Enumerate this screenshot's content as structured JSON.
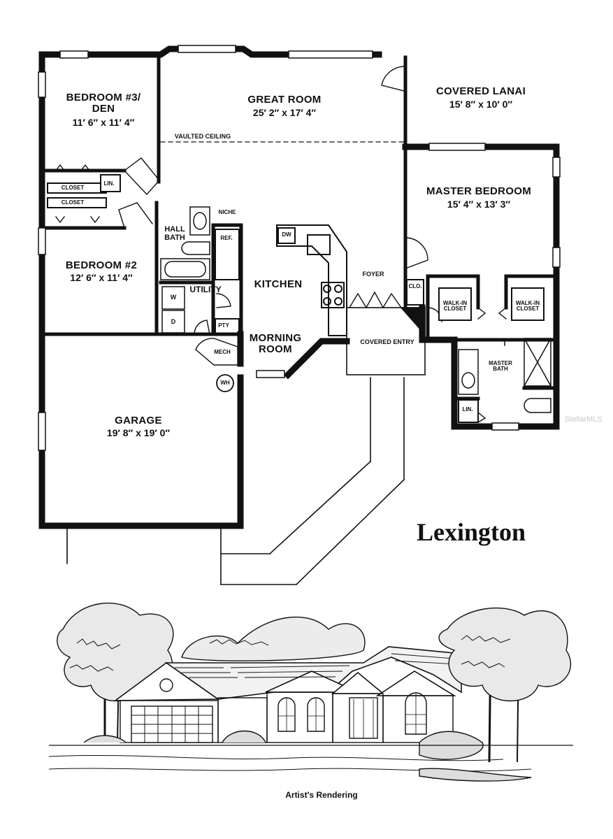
{
  "plan_title": "Lexington",
  "rendering_caption": "Artist's Rendering",
  "watermark": "StellarMLS",
  "rooms": {
    "bedroom3": {
      "name_line1": "BEDROOM #3/",
      "name_line2": "DEN",
      "dims": "11′ 6″ x 11′ 4″"
    },
    "great_room": {
      "name": "GREAT ROOM",
      "dims": "25′ 2″ x 17′ 4″",
      "note": "VAULTED CEILING"
    },
    "covered_lanai": {
      "name": "COVERED LANAI",
      "dims": "15′ 8″ x 10′ 0″"
    },
    "master_bedroom": {
      "name": "MASTER BEDROOM",
      "dims": "15′ 4″ x 13′ 3″"
    },
    "bedroom2": {
      "name": "BEDROOM #2",
      "dims": "12′ 6″ x 11′ 4″"
    },
    "kitchen": {
      "name": "KITCHEN"
    },
    "morning_room": {
      "name_line1": "MORNING",
      "name_line2": "ROOM"
    },
    "garage": {
      "name": "GARAGE",
      "dims": "19′ 8″ x 19′ 0″"
    },
    "hall_bath": {
      "name_line1": "HALL",
      "name_line2": "BATH"
    },
    "utility": {
      "name": "UTILITY",
      "washer": "W",
      "dryer": "D"
    },
    "foyer": {
      "name": "FOYER"
    },
    "covered_entry": {
      "name": "COVERED ENTRY"
    },
    "master_bath": {
      "name_line1": "MASTER",
      "name_line2": "BATH"
    },
    "walk_in_closet_left": {
      "line1": "WALK-IN",
      "line2": "CLOSET"
    },
    "walk_in_closet_right": {
      "line1": "WALK-IN",
      "line2": "CLOSET"
    }
  },
  "fixtures": {
    "closet_top": "CLOSET",
    "closet_bottom": "CLOSET",
    "linen_hall": "LIN.",
    "linen_master": "LIN.",
    "niche": "NICHE",
    "refrigerator": "REF.",
    "dishwasher": "DW",
    "pantry": "PTY",
    "mech": "MECH",
    "water_heater": "WH",
    "coat_closet": "CLO."
  }
}
